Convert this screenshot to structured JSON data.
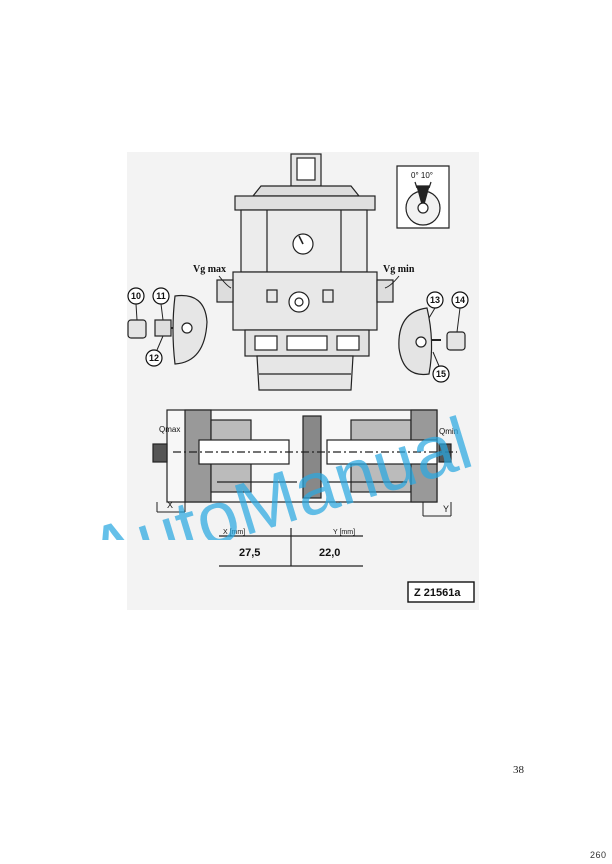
{
  "figure": {
    "labels": {
      "vg_max": "Vg max",
      "vg_min": "Vg min",
      "angle": "0° 10°",
      "q_max": "Qmax",
      "q_min": "Qmin",
      "x": "X",
      "y": "Y"
    },
    "callouts": [
      "10",
      "11",
      "12",
      "13",
      "14",
      "15"
    ],
    "table": {
      "headers": [
        "X [mm]",
        "Y [mm]"
      ],
      "values": [
        "27,5",
        "22,0"
      ]
    },
    "ref_code": "Z 21561a"
  },
  "watermark": "AutoManual",
  "page_number": "38",
  "doc_code": "260"
}
